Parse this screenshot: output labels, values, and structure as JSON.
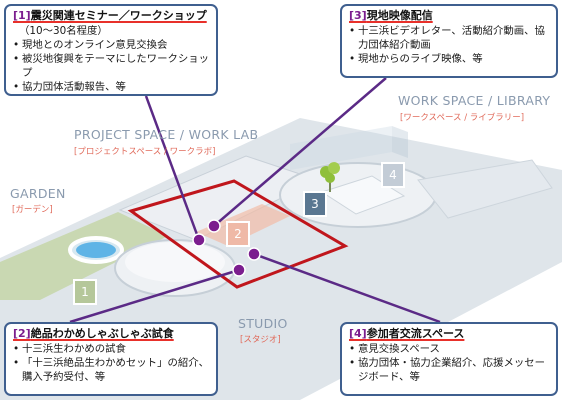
{
  "callouts": [
    {
      "id": 1,
      "number": "[1]",
      "title": "震災関連セミナー／ワークショップ",
      "subtitle": "（10～30名程度）",
      "items": [
        "現地とのオンライン意見交換会",
        "被災地復興をテーマにしたワークショップ",
        "協力団体活動報告、等"
      ]
    },
    {
      "id": 2,
      "number": "[2]",
      "title": "絶品わかめしゃぶしゃぶ試食",
      "items": [
        "十三浜生わかめの試食",
        "「十三浜絶品生わかめセット」の紹介、購入予約受付、等"
      ]
    },
    {
      "id": 3,
      "number": "[3]",
      "title": "現地映像配信",
      "items": [
        "十三浜ビデオレター、活動紹介動画、協力団体紹介動画",
        "現地からのライブ映像、等"
      ]
    },
    {
      "id": 4,
      "number": "[4]",
      "title": "参加者交流スペース",
      "items": [
        "意見交換スペース",
        "協力団体・協力企業紹介、応援メッセージボード、等"
      ]
    }
  ],
  "zones": {
    "garden": {
      "label": "GARDEN",
      "sub": "[ガーデン]"
    },
    "project": {
      "label": "PROJECT SPACE / WORK LAB",
      "sub": "[プロジェクトスペース / ワークラボ]"
    },
    "work": {
      "label": "WORK SPACE / LIBRARY",
      "sub": "[ワークスペース / ライブラリー]"
    },
    "studio": {
      "label": "STUDIO",
      "sub": "[スタジオ]"
    }
  },
  "markers": [
    "1",
    "2",
    "3",
    "4"
  ],
  "colors": {
    "callout_border": "#3f5f8f",
    "highlight": "#c0161c",
    "leader": "#5b2a86",
    "title_underline": "#e8302a"
  }
}
